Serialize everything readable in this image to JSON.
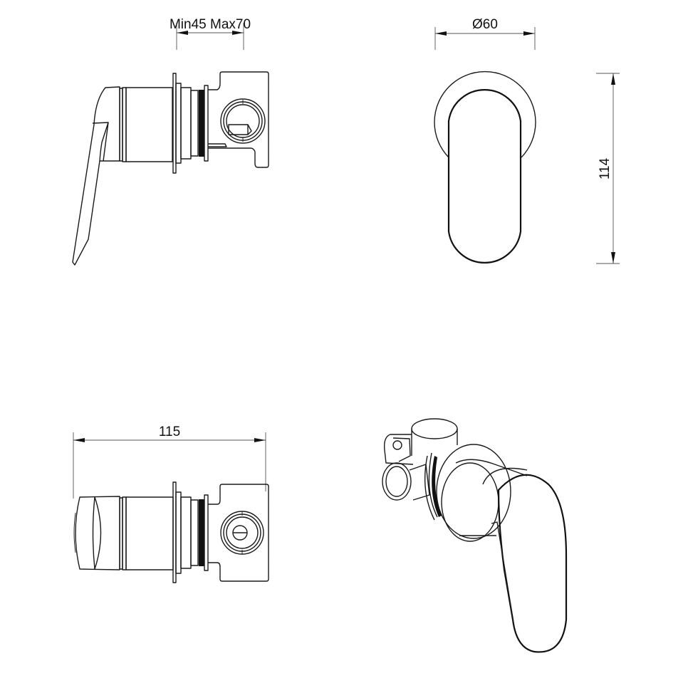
{
  "drawing": {
    "subject": "Concealed shower mixer technical drawing",
    "views": [
      {
        "id": "side-view-lever",
        "label": "Side elevation with lever"
      },
      {
        "id": "front-view",
        "label": "Front elevation"
      },
      {
        "id": "top-view",
        "label": "Top/plan view with handle"
      },
      {
        "id": "isometric-view",
        "label": "Isometric view"
      }
    ]
  },
  "dimensions": {
    "wall_depth": {
      "label": "Min45 Max70",
      "min": 45,
      "max": 70,
      "unit": "mm"
    },
    "plate_diameter": {
      "label": "Ø60",
      "value": 60,
      "unit": "mm"
    },
    "height": {
      "label": "114",
      "value": 114,
      "unit": "mm"
    },
    "overall_length": {
      "label": "115",
      "value": 115,
      "unit": "mm"
    }
  },
  "colors": {
    "line": "#1a1a1a",
    "dimension_line": "#555555",
    "background": "#ffffff"
  }
}
